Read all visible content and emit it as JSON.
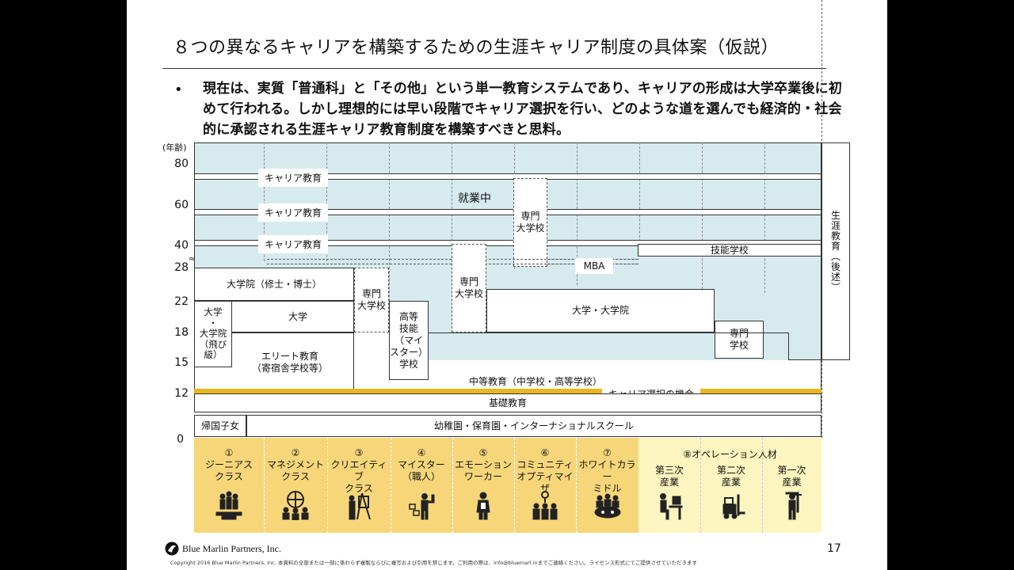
{
  "title": "８つの異なるキャリアを構築するための生涯キャリア制度の具体案（仮説）",
  "bullet": "現在は、実質「普通科」と「その他」という単一教育システムであり、キャリアの形成は大学卒業後に初めて行われる。しかし理想的には早い段階でキャリア選択を行い、どのような道を選んでも経済的・社会的に承認される生涯キャリア教育制度を構築すべきと思料。",
  "chart": {
    "y_axis_label": "(年齢)",
    "y_ticks": [
      "80",
      "60",
      "40",
      "28",
      "22",
      "18",
      "15",
      "12",
      "0"
    ],
    "career_edu": [
      "キャリア教育",
      "キャリア教育",
      "キャリア教育"
    ],
    "employed": "就業中",
    "senmon_daigaku_top": "専門\n大学校",
    "mba": "MBA",
    "ginou": "技能学校",
    "lifelong": "生\n涯\n教\n育\n︵\n後\n述\n︶",
    "graduate": "大学院（修士・博士）",
    "senmon_daigaku_left": "専門\n大学校",
    "senmon_daigaku_mid": "専門\n大学校",
    "koutou_gino": "高等\n技能\n（マイ\nスター）\n学校",
    "daigaku_fast": "大学\n・\n大学院\n（飛び級）",
    "daigaku": "大学",
    "elite": "エリート教育\n（寄宿舎学校等）",
    "daigaku_daigakuin": "大学・大学院",
    "senmon_gakkou": "専門\n学校",
    "secondary": "中等教育（中学校・高等学校）",
    "career_choice": "キャリア選択の機会",
    "basic": "基礎教育",
    "returnee": "帰国子女",
    "kinder": "幼稚園・保育園・インターナショナルスクール"
  },
  "careers": [
    {
      "num": "①",
      "label": "ジーニアス\nクラス",
      "icon": "trophy-icon"
    },
    {
      "num": "②",
      "label": "マネジメント\nクラス",
      "icon": "globe-team-icon"
    },
    {
      "num": "③",
      "label": "クリエイティブ\nクラス",
      "icon": "painter-icon"
    },
    {
      "num": "④",
      "label": "マイスター\n（職人）",
      "icon": "craftsman-icon"
    },
    {
      "num": "⑤",
      "label": "エモーション\nワーカー",
      "icon": "service-worker-icon"
    },
    {
      "num": "⑥",
      "label": "コミュニティ\nオプティマイザ",
      "icon": "community-icon"
    },
    {
      "num": "⑦",
      "label": "ホワイトカラー\nミドル",
      "icon": "meeting-icon"
    }
  ],
  "operation": {
    "title": "⑧オペレーション人材",
    "sub": [
      {
        "label": "第三次\n産業",
        "icon": "desk-worker-icon"
      },
      {
        "label": "第二次\n産業",
        "icon": "forklift-icon"
      },
      {
        "label": "第一次\n産業",
        "icon": "farmer-icon"
      }
    ]
  },
  "colors": {
    "career_gold": "#f7d67a",
    "operation_yellow": "#fdf5bf",
    "teal": "#d7ebee",
    "line_gold": "#e8b820"
  },
  "footer": {
    "company": "Blue Marlin Partners, Inc.",
    "copyright": "Copyright 2016 Blue Marlin Partners, Inc. 本資料の全部または一部に係わらず複製ならびに複写および引用を禁じます。ご利用の際は、info@bluemarl.inまでご連絡ください。ライセンス形式にてご提供させていただきます",
    "page": "17"
  }
}
